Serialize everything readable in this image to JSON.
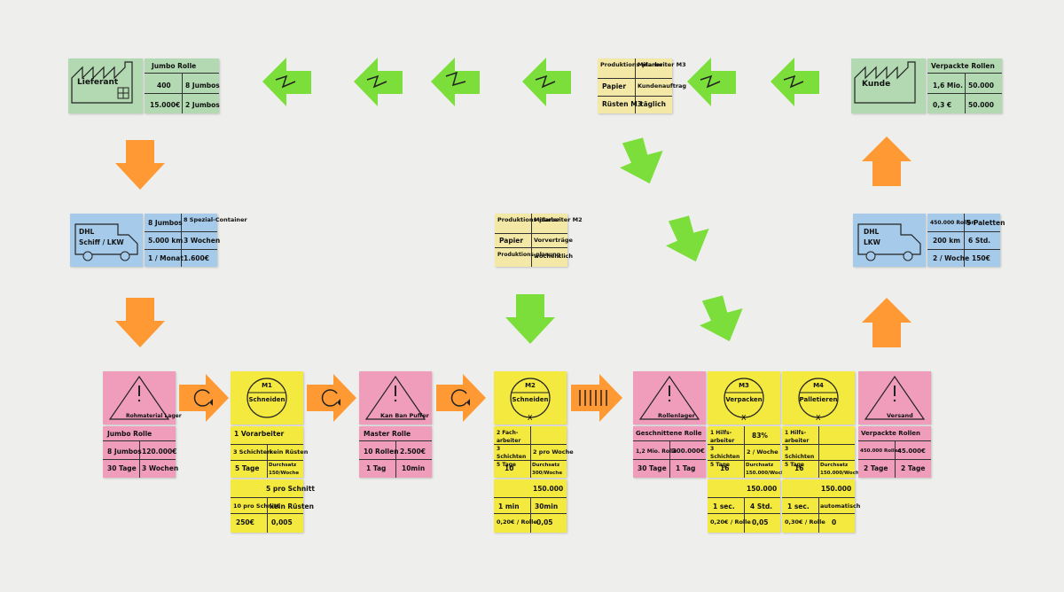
{
  "supplier": {
    "name": "Lieferant",
    "product": "Jumbo Rolle",
    "qty": "400",
    "jumbos": "8 Jumbos",
    "value": "15.000€",
    "delivery": "2 Jumbos"
  },
  "customer": {
    "name": "Kunde",
    "product": "Verpackte Rollen",
    "qty": "1,6 Mio.",
    "value_a": "50.000",
    "price": "0,3 €",
    "value_b": "50.000"
  },
  "planner_top": {
    "a": "Produktions-planer",
    "b": "Mitarbeiter M3",
    "c": "Papier",
    "d": "Kundenauftrag",
    "e": "Rüsten M3",
    "f": "täglich"
  },
  "planner_mid": {
    "a": "Produktions-planer",
    "b": "Mitarbeiter M2",
    "c": "Papier",
    "d": "Vorverträge",
    "e": "Produktions-planung",
    "f": "wöchentlich"
  },
  "transport_in": {
    "a": "DHL",
    "b": "Schiff / LKW",
    "c": "8 Jumbos",
    "d": "8 Spezial-Container",
    "e": "5.000 km",
    "f": "3 Wochen",
    "g": "1 / Monat",
    "h": "1.600€"
  },
  "transport_out": {
    "a": "DHL",
    "b": "LKW",
    "c": "450.000 Rollen",
    "d": "5 Paletten",
    "e": "200 km",
    "f": "6 Std.",
    "g": "2 / Woche",
    "h": "150€"
  },
  "inv1": {
    "label": "Rohmaterial Lager",
    "a": "Jumbo Rolle",
    "b": "8 Jumbos",
    "c": "120.000€",
    "d": "30 Tage",
    "e": "3 Wochen"
  },
  "inv2": {
    "label": "Kan Ban Puffer",
    "a": "Master Rolle",
    "b": "10 Rollen",
    "c": "2.500€",
    "d": "1 Tag",
    "e": "10min"
  },
  "inv3": {
    "label": "Rollenlager",
    "a": "Geschnittene Rolle",
    "b": "1,2 Mio. Rolle",
    "c": "300.000€",
    "d": "30 Tage",
    "e": "1 Tag"
  },
  "inv4": {
    "label": "Versand",
    "a": "Verpackte Rollen",
    "b": "450.000 Rollen",
    "c": "45.000€",
    "d": "2 Tage",
    "e": "2 Tage"
  },
  "m1": {
    "id": "M1",
    "name": "Schneiden",
    "a": "1 Vorarbeiter",
    "b": "3 Schichten",
    "c": "kein Rüsten",
    "d": "5 Tage",
    "e": "Durchsatz 150/Woche",
    "f": "5 pro Schnitt",
    "g": "10 pro Schnitt",
    "h": "kein Rüsten",
    "i": "250€",
    "j": "0,005"
  },
  "m2": {
    "id": "M2",
    "name": "Schneiden",
    "a": "2 Fach-arbeiter",
    "b": "2 pro Woche",
    "c": "3 Schichten 5 Tage",
    "d": "10",
    "e": "Durchsatz 300/Woche",
    "f": "150.000",
    "g": "1 min",
    "h": "30min",
    "i": "0,20€ / Rolle",
    "j": "0,05"
  },
  "m3": {
    "id": "M3",
    "name": "Verpacken",
    "a": "1 Hilfs-arbeiter",
    "b": "83%",
    "c": "3 Schichten 5 Tage",
    "d": "2 / Woche",
    "e": "16",
    "f": "Durchsatz 150.000/Woche",
    "g": "150.000",
    "h": "1 sec.",
    "i": "4 Std.",
    "j": "0,20€ / Rolle",
    "k": "0,05"
  },
  "m4": {
    "id": "M4",
    "name": "Palletieren",
    "a": "1 Hilfs-arbeiter",
    "b": "3 Schichten 5 Tage",
    "c": "16",
    "d": "Durchsatz 150.000/Woche",
    "e": "150.000",
    "f": "1 sec.",
    "g": "automatisch",
    "h": "0,30€ / Rolle",
    "i": "0"
  }
}
